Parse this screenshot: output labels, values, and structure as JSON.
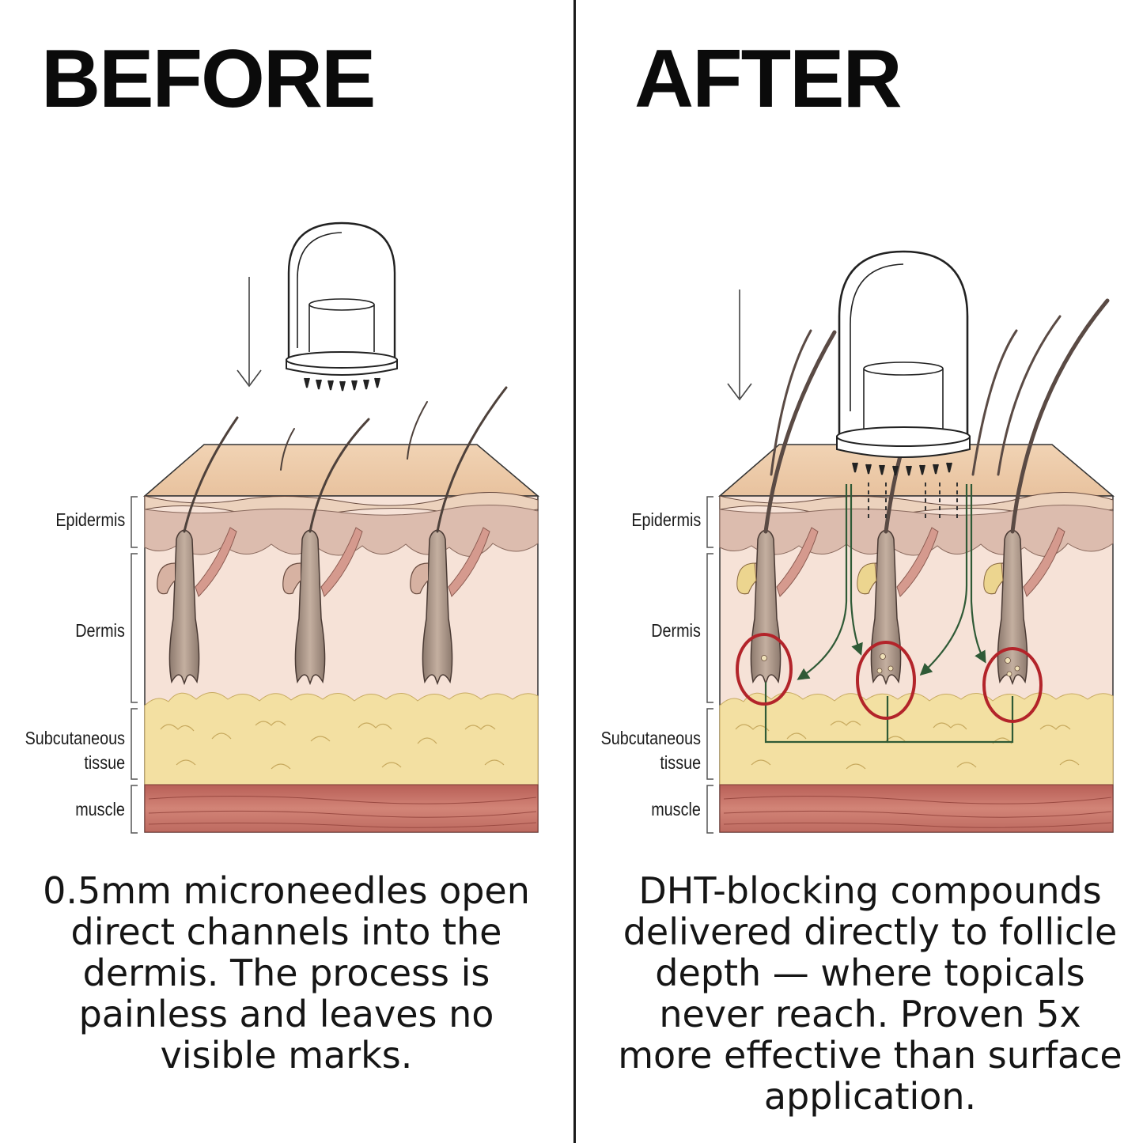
{
  "panels": [
    {
      "title": "BEFORE",
      "caption": "0.5mm microneedles open direct channels into the dermis. The process is painless and leaves no visible marks."
    },
    {
      "title": "AFTER",
      "caption": "DHT-blocking compounds delivered directly to follicle depth — where topicals never reach. Proven 5x more effective than surface application."
    }
  ],
  "layer_labels": {
    "epidermis": "Epidermis",
    "dermis": "Dermis",
    "subcutaneous_1": "Subcutaneous",
    "subcutaneous_2": "tissue",
    "muscle": "muscle"
  },
  "colors": {
    "epidermis_top": "#efcfae",
    "epidermis_band": "#dcb9aa",
    "dermis": "#f6e2d7",
    "fat": "#f3e0a2",
    "muscle": "#c9756a",
    "hair": "#5a4a44",
    "channel_arrow": "#2f5a36",
    "target_ring": "#b3242a"
  }
}
